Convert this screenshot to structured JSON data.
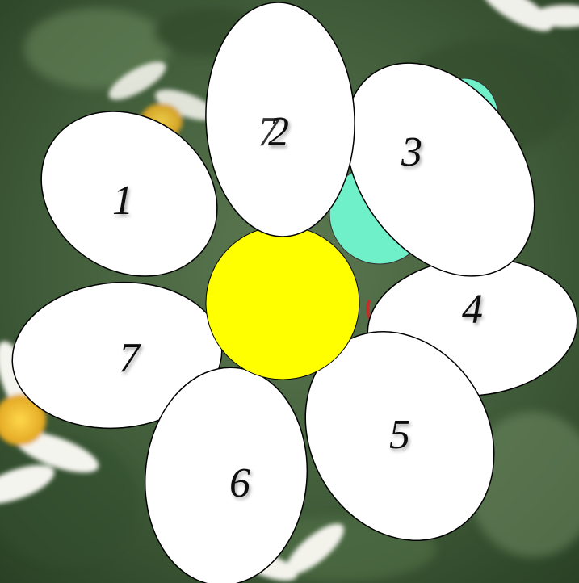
{
  "background": {
    "description_colors": {
      "grass_dark": "#2f4a2a",
      "grass_mid": "#4f6e45",
      "grass_light": "#7f9a72"
    },
    "decor": [
      "daisy-blossom",
      "daisy-blossom",
      "daisy-blossom",
      "daisy-blossom"
    ]
  },
  "flower": {
    "center_color": "#ffff00",
    "petal_fill": "#ffffff",
    "petal_stroke": "#000000",
    "extra_shape_color": "#6ff0c8",
    "petals": [
      {
        "id": "petal-1",
        "label": "1"
      },
      {
        "id": "petal-2",
        "label": "2"
      },
      {
        "id": "petal-3",
        "label": "3"
      },
      {
        "id": "petal-4",
        "label": "4"
      },
      {
        "id": "petal-5",
        "label": "5"
      },
      {
        "id": "petal-6",
        "label": "6"
      },
      {
        "id": "petal-7",
        "label": "7"
      }
    ]
  }
}
